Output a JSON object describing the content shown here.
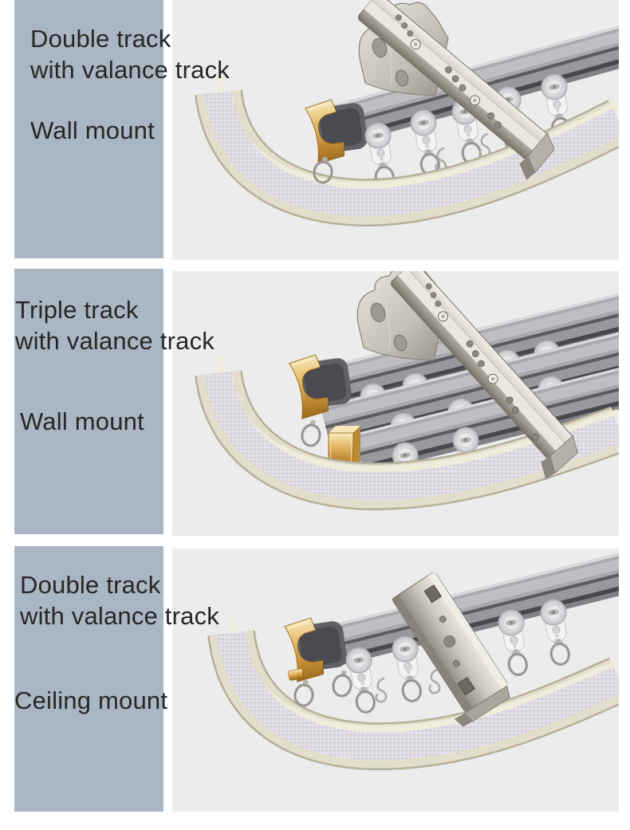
{
  "colors": {
    "panel_blue": "#a9b6c3",
    "photo_background": "#ececec",
    "page_background": "#ffffff",
    "text": "#272727",
    "track_gray": "#a8a8ad",
    "valance_cream": "#e3decb",
    "gold_cap": "#d9a74f"
  },
  "sections": [
    {
      "label_line1": "Double track",
      "label_line2": "with valance track",
      "mount_label": "Wall mount"
    },
    {
      "label_line1": "Triple track",
      "label_line2": "with valance track",
      "mount_label": "Wall mount"
    },
    {
      "label_line1": "Double track",
      "label_line2": "with valance track",
      "mount_label": "Ceiling mount"
    }
  ]
}
